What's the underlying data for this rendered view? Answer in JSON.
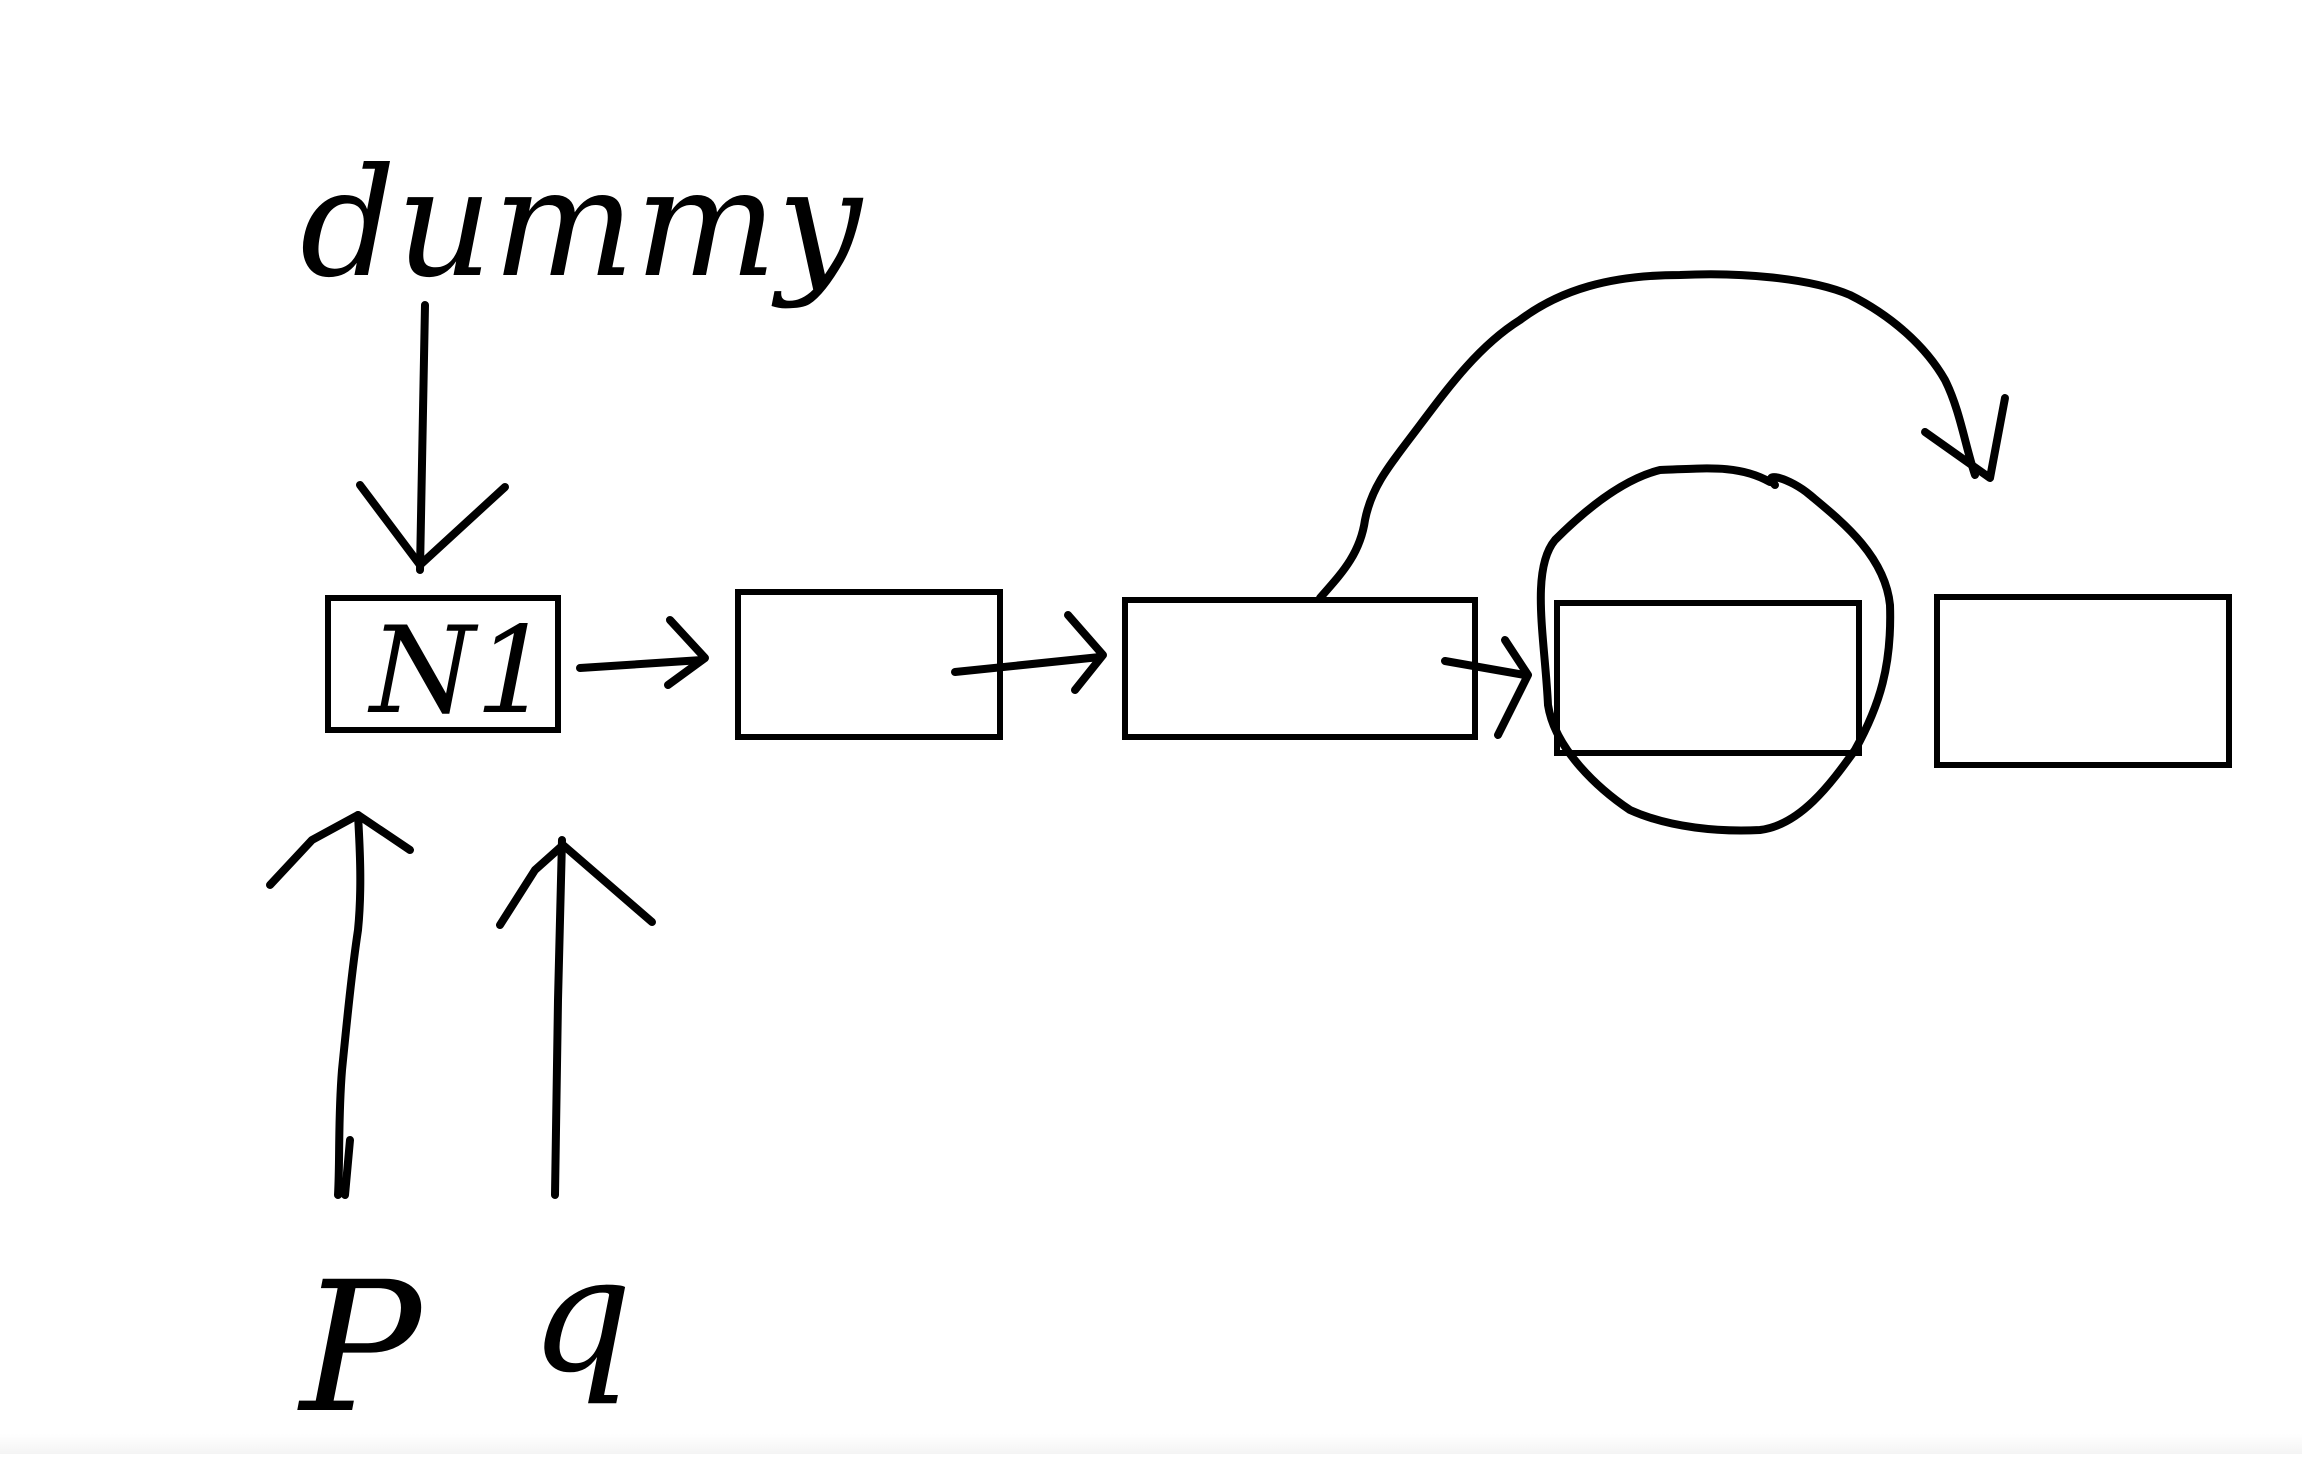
{
  "diagram": {
    "dummy_label": "dummy",
    "node1_label": "N1",
    "pointer_p_label": "P",
    "pointer_q_label": "q",
    "ink_color": "#000000",
    "background_color": "#ffffff"
  }
}
